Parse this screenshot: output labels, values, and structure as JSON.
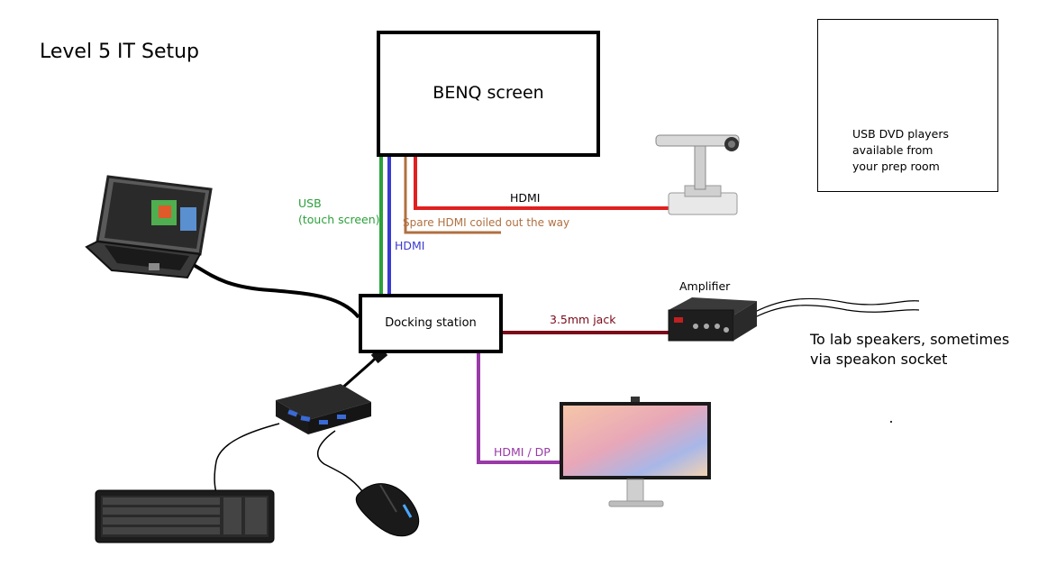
{
  "title": "Level 5 IT Setup",
  "nodes": {
    "benq": "BENQ screen",
    "dock": "Docking station",
    "amplifier": "Amplifier",
    "speakers_line1": "To lab speakers, sometimes",
    "speakers_line2": "via speakon socket",
    "dvd_line1": "USB DVD players",
    "dvd_line2": "available from",
    "dvd_line3": "your prep room"
  },
  "cables": {
    "usb_line1": "USB",
    "usb_line2": "(touch screen)",
    "hdmi_blue": "HDMI",
    "hdmi_red": "HDMI",
    "spare": "Spare HDMI coiled out the way",
    "jack": "3.5mm jack",
    "hdmi_dp": "HDMI / DP"
  },
  "colors": {
    "usb": "#2ca03c",
    "hdmi_blue": "#3a3ad0",
    "hdmi_red": "#e02020",
    "spare": "#b07040",
    "jack": "#7a0a1a",
    "hdmi_dp": "#9a3aa8"
  },
  "devices": [
    "laptop-icon",
    "document-camera-icon",
    "usb-hub-icon",
    "keyboard-icon",
    "mouse-icon",
    "monitor-icon",
    "amplifier-icon",
    "dvd-drive-icon"
  ]
}
